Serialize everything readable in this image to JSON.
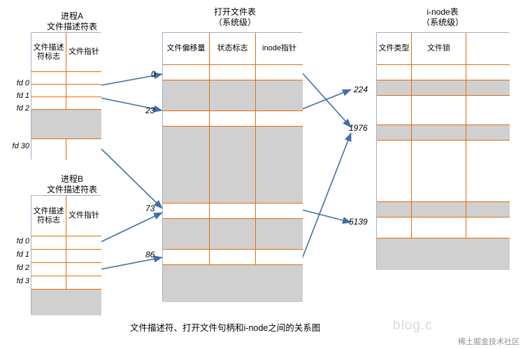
{
  "caption": "文件描述符、打开文件句柄和i-node之间的关系图",
  "watermark": {
    "big": "blog.c",
    "small": "稀土掘金技术社区"
  },
  "colors": {
    "table_border": "#9fb0c9",
    "cell_divider": "#e36c09",
    "gray_row": "#d0d0d0",
    "arrow": "#3f6fa8"
  },
  "process_a": {
    "title_line1": "进程A",
    "title_line2": "文件描述符表",
    "headers": [
      "文件描述符标志",
      "文件指针"
    ],
    "fd_labels": [
      "fd 0",
      "fd 1",
      "fd 2",
      "fd 30"
    ],
    "rows": [
      "white",
      "white",
      "white",
      "gray",
      "white"
    ]
  },
  "process_b": {
    "title_line1": "进程B",
    "title_line2": "文件描述符表",
    "headers": [
      "文件描述符标志",
      "文件指针"
    ],
    "fd_labels": [
      "fd 0",
      "fd 1",
      "fd 2",
      "fd 3"
    ],
    "rows": [
      "white",
      "white",
      "white",
      "white",
      "gray"
    ]
  },
  "open_file_table": {
    "title_line1": "打开文件表",
    "title_line2": "（系统级）",
    "headers": [
      "文件偏移量",
      "状态标志",
      "inode指针"
    ],
    "offsets": [
      "0",
      "23",
      "73",
      "86"
    ],
    "rows": [
      "white",
      "gray",
      "white",
      "gray",
      "white",
      "gray",
      "white",
      "gray"
    ]
  },
  "inode_table": {
    "title_line1": "i-node表",
    "title_line2": "（系统级）",
    "headers": [
      "文件类型",
      "文件锁",
      ""
    ],
    "inode_labels": [
      "224",
      "1976",
      "5139"
    ],
    "rows": [
      "white",
      "gray",
      "white",
      "gray",
      "white",
      "gray",
      "white",
      "gray"
    ]
  }
}
